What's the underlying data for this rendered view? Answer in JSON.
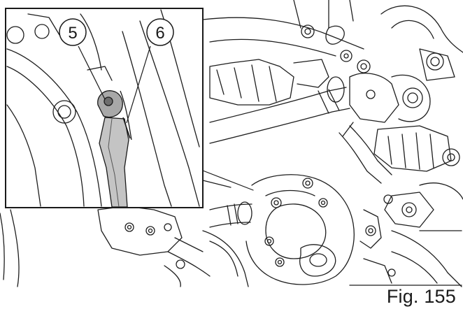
{
  "figure": {
    "caption": "Fig. 155",
    "callouts": [
      {
        "label": "5"
      },
      {
        "label": "6"
      }
    ]
  }
}
